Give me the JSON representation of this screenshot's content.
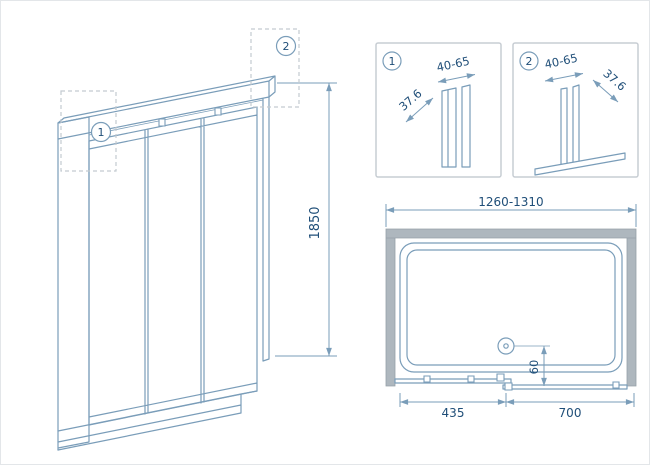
{
  "drawing": {
    "callouts": {
      "one": "1",
      "two": "2"
    },
    "iso": {
      "height": "1850"
    },
    "detail1": {
      "callout": "1",
      "width_range": "40-65",
      "depth": "37.6"
    },
    "detail2": {
      "callout": "2",
      "width_range": "40-65",
      "depth": "37.6"
    },
    "plan": {
      "width_range": "1260-1310",
      "drain_offset": "60",
      "dim_left": "435",
      "dim_right": "700"
    }
  },
  "colors": {
    "line": "#7A9DB9",
    "text": "#1F4E78",
    "wall_fill": "#AEB7BE",
    "detail_border": "#C7CDD3"
  }
}
